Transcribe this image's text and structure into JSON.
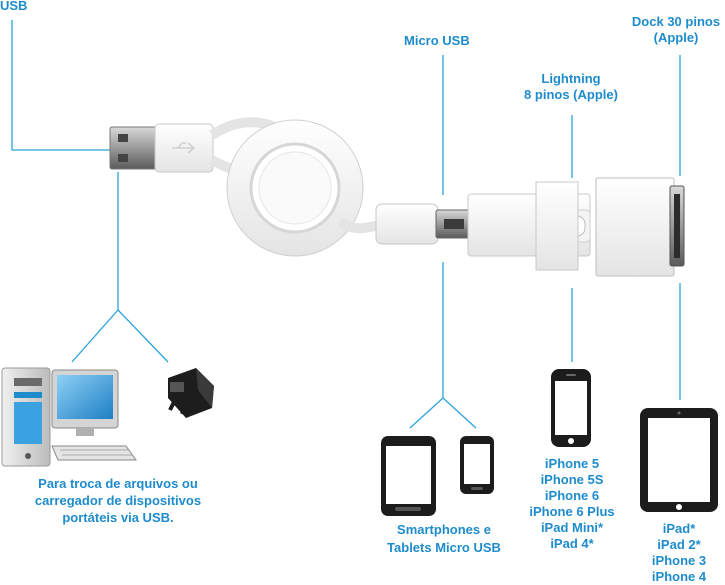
{
  "labels": {
    "usb": "USB",
    "micro_usb": "Micro USB",
    "lightning": [
      "Lightning",
      "8 pinos (Apple)"
    ],
    "dock": [
      "Dock 30 pinos",
      "(Apple)"
    ],
    "usb_use": [
      "Para troca de arquivos ou",
      "carregador de dispositivos",
      "portáteis via USB."
    ],
    "micro_devices": [
      "Smartphones e",
      "Tablets Micro USB"
    ],
    "lightning_devices": [
      "iPhone 5",
      "iPhone 5S",
      "iPhone 6",
      "iPhone 6 Plus",
      "iPad Mini*",
      "iPad 4*"
    ],
    "dock_devices": [
      "iPad*",
      "iPad 2*",
      "iPhone 3",
      "iPhone 4"
    ]
  },
  "colors": {
    "accent": "#1e8ccc",
    "line": "#2aa4dc"
  },
  "icons": [
    "desktop-computer-icon",
    "wall-charger-icon",
    "tablet-icon",
    "smartphone-icon",
    "iphone-icon",
    "ipad-icon",
    "retractable-cable-icon"
  ]
}
